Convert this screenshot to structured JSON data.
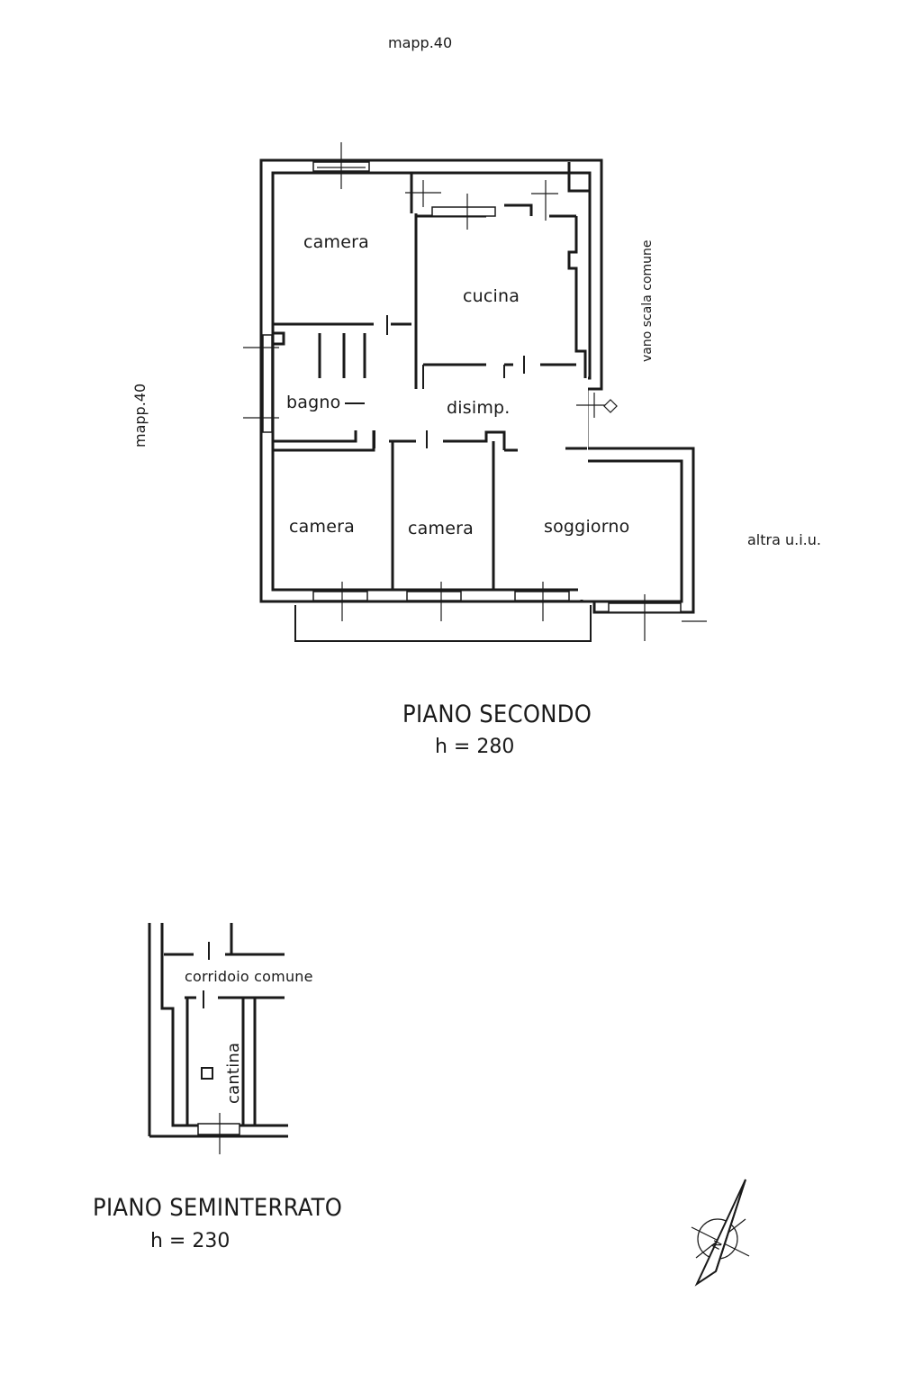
{
  "neighbors": {
    "top": "mapp.40",
    "left": "mapp.40",
    "right": "altra u.i.u.",
    "stair": "vano scala comune"
  },
  "second_floor": {
    "title": "PIANO SECONDO",
    "height": "h = 280",
    "rooms": {
      "camera_top": "camera",
      "cucina": "cucina",
      "bagno": "bagno",
      "disimp": "disimp.",
      "camera_left": "camera",
      "camera_mid": "camera",
      "soggiorno": "soggiorno"
    }
  },
  "basement": {
    "title": "PIANO SEMINTERRATO",
    "height": "h = 230",
    "rooms": {
      "corridoio": "corridoio comune",
      "cantina": "cantina"
    }
  },
  "compass": {
    "letter": "N"
  }
}
